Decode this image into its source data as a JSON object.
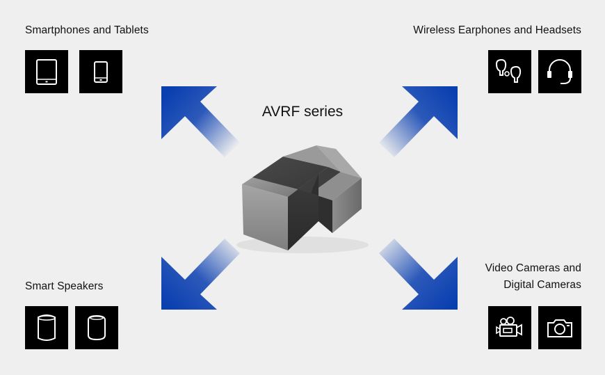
{
  "center_label": "AVRF series",
  "groups": {
    "top_left": {
      "label": "Smartphones and Tablets",
      "icons": [
        "tablet-icon",
        "smartphone-icon"
      ]
    },
    "top_right": {
      "label": "Wireless Earphones and Headsets",
      "icons": [
        "earphones-icon",
        "headset-icon"
      ]
    },
    "bottom_left": {
      "label": "Smart Speakers",
      "icons": [
        "smart-speaker-cylinder-icon",
        "smart-speaker-rounded-icon"
      ]
    },
    "bottom_right": {
      "label_line1": "Video Cameras and",
      "label_line2": "Digital Cameras",
      "icons": [
        "video-camera-icon",
        "digital-camera-icon"
      ]
    }
  },
  "colors": {
    "background": "#efefef",
    "arrow": "#0a3fb0",
    "icon_bg": "#000000",
    "icon_fg": "#ffffff"
  }
}
